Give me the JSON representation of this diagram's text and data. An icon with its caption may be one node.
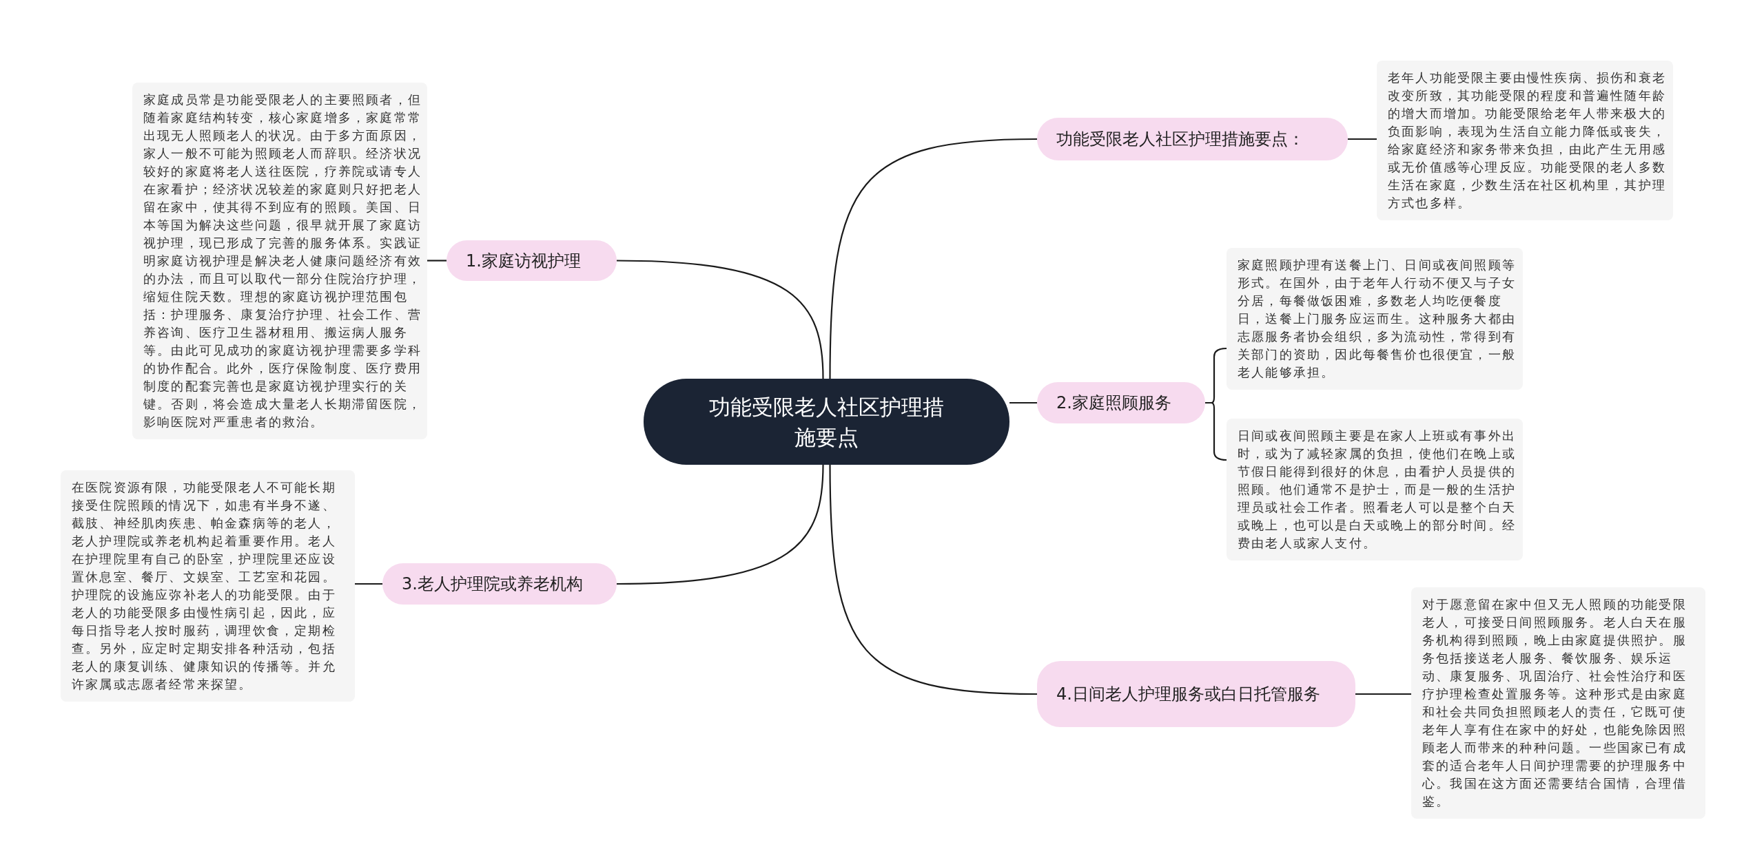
{
  "diagram": {
    "nodes": [
      {
        "text": [
          "功能受限老人社区护理措施要点"
        ]
      },
      {
        "text": [
          "功能受限老人社区护理措施要点："
        ]
      },
      {
        "text": [
          "老年人功能受限主要由慢性疾病、损伤和衰老改变所致，其功能受限的程度和普遍性随年龄的增大而增加。功能受限给老年人带来极大的负面影响，表现为生活自立能力降低或丧失，给家庭经济和家务带来负担，由此产生无用感或无价值感等心理反应。功能受限的老人多数生活在家庭，少数生活在社区机构里，其护理方式也多样。"
        ]
      },
      {
        "text": [
          "1.家庭访视护理"
        ]
      },
      {
        "text": [
          "家庭成员常是功能受限老人的主要照顾者，但随着家庭结构转变，核心家庭增多，家庭常常出现无人照顾老人的状况。由于多方面原因，家人一般不可能为照顾老人而辞职。经济状况较好的家庭将老人送往医院，疗养院或请专人在家看护；经济状况较差的家庭则只好把老人留在家中，使其得不到应有的照顾。美国、日本等国为解决这些问题，很早就开展了家庭访视护理，现已形成了完善的服务体系。实践证明家庭访视护理是解决老人健康问题经济有效的办法，而且可以取代一部分住院治疗护理，缩短住院天数。理想的家庭访视护理范围包括：护理服务、康复治疗护理、社会工作、营养咨询、医疗卫生器材租用、搬运病人服务等。由此可见成功的家庭访视护理需要多学科的协作配合。此外，医疗保险制度、医疗费用制度的配套完善也是家庭访视护理实行的关键。否则，将会造成大量老人长期滞留医院，影响医院对严重患者的救治。"
        ]
      },
      {
        "text": [
          "2.家庭照顾服务"
        ]
      },
      {
        "text": [
          "家庭照顾护理有送餐上门、日间或夜间照顾等形式。在国外，由于老年人行动不便又与子女分居，每餐做饭困难，多数老人均吃便餐度日，送餐上门服务应运而生。这种服务大都由志愿服务者协会组织，多为流动性，常得到有关部门的资助，因此每餐售价也很便宜，一般老人能够承担。"
        ]
      },
      {
        "text": [
          "日间或夜间照顾主要是在家人上班或有事外出时，或为了减轻家属的负担，使他们在晚上或节假日能得到很好的休息，由看护人员提供的照顾。他们通常不是护士，而是一般的生活护理员或社会工作者。照看老人可以是整个白天或晚上，也可以是白天或晚上的部分时间。经费由老人或家人支付。"
        ]
      },
      {
        "text": [
          "3.老人护理院或养老机构"
        ]
      },
      {
        "text": [
          "在医院资源有限，功能受限老人不可能长期接受住院照顾的情况下，如患有半身不遂、截肢、神经肌肉疾患、帕金森病等的老人，老人护理院或养老机构起着重要作用。老人在护理院里有自己的卧室，护理院里还应设置休息室、餐厅、文娱室、工艺室和花园。护理院的设施应弥补老人的功能受限。由于老人的功能受限多由慢性病引起，因此，应每日指导老人按时服药，调理饮食，定期检查。另外，应定时定期安排各种活动，包括老人的康复训练、健康知识的传播等。并允许家属或志愿者经常来探望。"
        ]
      },
      {
        "text": [
          "4.日间老人护理服务或白日托管服务"
        ]
      },
      {
        "text": [
          "对于愿意留在家中但又无人照顾的功能受限老人，可接受日间照顾服务。老人白天在服务机构得到照顾，晚上由家庭提供照护。服务包括接送老人服务、餐饮服务、娱乐运动、康复服务、巩固治疗、社会性治疗和医疗护理检查处置服务等。这种形式是由家庭和社会共同负担照顾老人的责任，它既可使老年人享有住在家中的好处，也能免除因照顾老人而带来的种种问题。一些国家已有成套的适合老年人日间护理需要的护理服务中心。我国在这方面还需要结合国情，合理借鉴。"
        ]
      }
    ],
    "edges": [
      {
        "from": 0,
        "to": 1,
        "arrow": "none"
      },
      {
        "from": 1,
        "to": 2,
        "arrow": "none"
      },
      {
        "from": 0,
        "to": 3,
        "arrow": "none"
      },
      {
        "from": 3,
        "to": 4,
        "arrow": "none"
      },
      {
        "from": 0,
        "to": 5,
        "arrow": "none"
      },
      {
        "from": 5,
        "to": 6,
        "arrow": "none"
      },
      {
        "from": 5,
        "to": 7,
        "arrow": "none"
      },
      {
        "from": 0,
        "to": 8,
        "arrow": "none"
      },
      {
        "from": 8,
        "to": 9,
        "arrow": "none"
      },
      {
        "from": 0,
        "to": 10,
        "arrow": "none"
      },
      {
        "from": 10,
        "to": 11,
        "arrow": "none"
      }
    ]
  }
}
